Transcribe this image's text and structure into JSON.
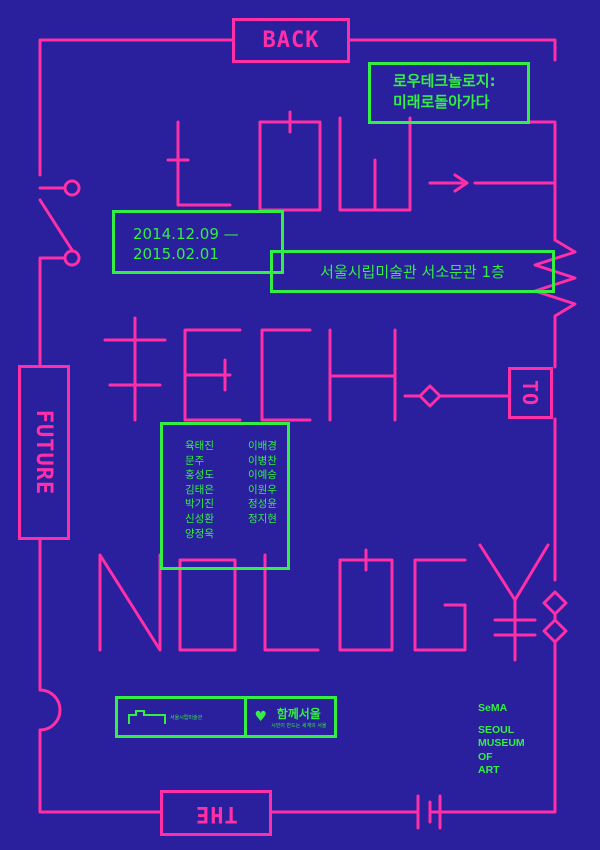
{
  "colors": {
    "background": "#2a1f9c",
    "pink": "#ff2fa8",
    "green": "#33ee44"
  },
  "frame_words": {
    "back": "BACK",
    "future": "FUTURE",
    "to": "TO",
    "the": "THE"
  },
  "big_title": {
    "line1": "LOW",
    "line2": "TECH",
    "line3": "NOLOGY"
  },
  "title_ko": {
    "line1": "로우테크놀로지:",
    "line2": "미래로돌아가다"
  },
  "dates": {
    "line1": "2014.12.09 —",
    "line2": "2015.02.01"
  },
  "venue": "서울시립미술관 서소문관 1층",
  "artists": {
    "col1": [
      "육태진",
      "문주",
      "홍성도",
      "김태은",
      "박기진",
      "신성환",
      "양정욱"
    ],
    "col2": [
      "이배경",
      "이병찬",
      "이예승",
      "이원우",
      "정성윤",
      "정지현"
    ]
  },
  "logos": {
    "left_text": "서울시립미술관",
    "right_text": "함께서울",
    "right_sub": "시민이 만드는 세계의 서울"
  },
  "sema": {
    "brand": "SeMA",
    "line1": "SEOUL",
    "line2": "MUSEUM",
    "line3": "OF",
    "line4": "ART"
  }
}
